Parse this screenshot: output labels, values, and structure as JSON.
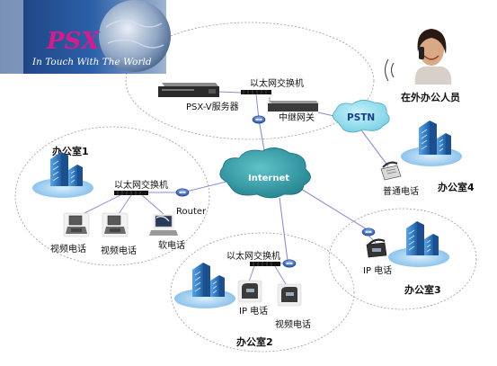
{
  "logo": {
    "title": "PSX",
    "subtitle": "In Touch With The World"
  },
  "hq": {
    "switch_label": "以太网交换机",
    "server_label": "PSX-V服务器",
    "gateway_label": "中继网关"
  },
  "network": {
    "internet_label": "Internet",
    "pstn_label": "PSTN"
  },
  "remote_worker": {
    "label": "在外办公人员"
  },
  "office1": {
    "title": "办公室1",
    "switch_label": "以太网交换机",
    "router_label": "Router",
    "video_phone_1": "视频电话",
    "video_phone_2": "视频电话",
    "soft_phone": "软电话"
  },
  "office2": {
    "title": "办公室2",
    "switch_label": "以太网交换机",
    "ip_phone": "IP 电话",
    "video_phone": "视频电话"
  },
  "office3": {
    "title": "办公室3",
    "ip_phone": "IP 电话"
  },
  "office4": {
    "title": "办公室4",
    "phone_label": "普通电话"
  },
  "colors": {
    "link_line": "#8a8fd8",
    "cloud_internet": "#2e9aa6",
    "cloud_pstn": "#7fd8e8",
    "building": "#2f7fc4",
    "psx_pink": "#d81b8c"
  }
}
